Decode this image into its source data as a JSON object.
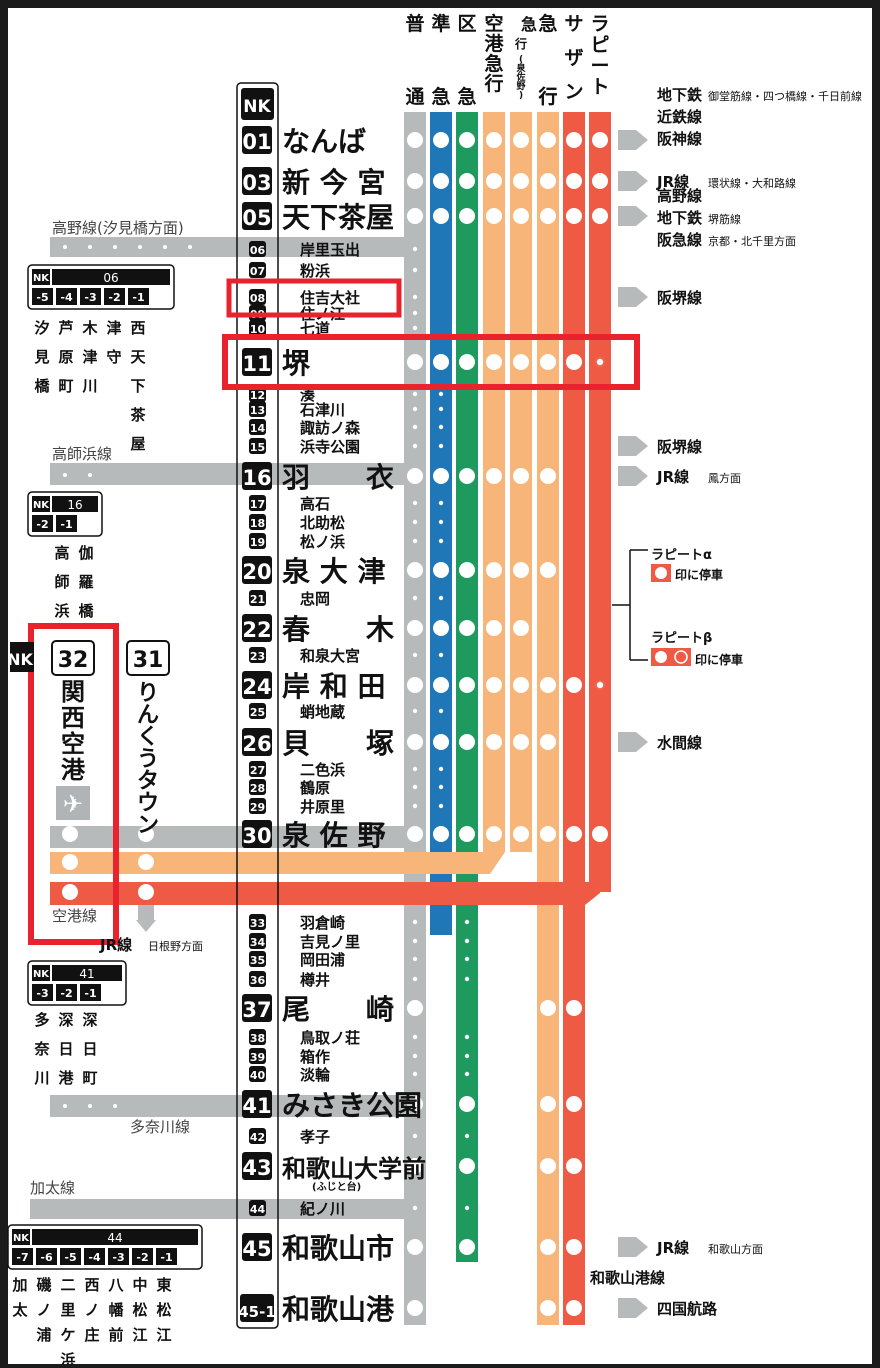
{
  "colors": {
    "local": "#b7babb",
    "semi_express": "#1f77b8",
    "section_express": "#1e9a5f",
    "airport_express": "#f7b579",
    "express_senboku": "#f7b579",
    "express": "#f7b579",
    "southern": "#ef5a45",
    "rapit": "#ef5a45",
    "highlight": "#e8232e",
    "text": "#111111"
  },
  "train_types": [
    {
      "id": "local",
      "label": "普通"
    },
    {
      "id": "semi_express",
      "label": "準急"
    },
    {
      "id": "section_express",
      "label": "区急"
    },
    {
      "id": "airport_express",
      "label": "空港急行"
    },
    {
      "id": "express_senboku",
      "label": "急行(泉佐野)"
    },
    {
      "id": "express",
      "label": "急行"
    },
    {
      "id": "southern",
      "label": "サザン"
    },
    {
      "id": "rapit",
      "label": "ラピート"
    }
  ],
  "line_code": "NK",
  "stations": [
    {
      "num": "01",
      "name": "なんば",
      "major": true
    },
    {
      "num": "03",
      "name": "新 今 宮",
      "major": true
    },
    {
      "num": "05",
      "name": "天下茶屋",
      "major": true
    },
    {
      "num": "06",
      "name": "岸里玉出",
      "major": false
    },
    {
      "num": "07",
      "name": "粉浜",
      "major": false
    },
    {
      "num": "08",
      "name": "住吉大社",
      "major": false
    },
    {
      "num": "09",
      "name": "住ノ江",
      "major": false
    },
    {
      "num": "10",
      "name": "七道",
      "major": false
    },
    {
      "num": "11",
      "name": "堺",
      "major": true
    },
    {
      "num": "12",
      "name": "湊",
      "major": false
    },
    {
      "num": "13",
      "name": "石津川",
      "major": false
    },
    {
      "num": "14",
      "name": "諏訪ノ森",
      "major": false
    },
    {
      "num": "15",
      "name": "浜寺公園",
      "major": false
    },
    {
      "num": "16",
      "name": "羽　　衣",
      "major": true
    },
    {
      "num": "17",
      "name": "高石",
      "major": false
    },
    {
      "num": "18",
      "name": "北助松",
      "major": false
    },
    {
      "num": "19",
      "name": "松ノ浜",
      "major": false
    },
    {
      "num": "20",
      "name": "泉 大 津",
      "major": true
    },
    {
      "num": "21",
      "name": "忠岡",
      "major": false
    },
    {
      "num": "22",
      "name": "春　　木",
      "major": true
    },
    {
      "num": "23",
      "name": "和泉大宮",
      "major": false
    },
    {
      "num": "24",
      "name": "岸 和 田",
      "major": true
    },
    {
      "num": "25",
      "name": "蛸地蔵",
      "major": false
    },
    {
      "num": "26",
      "name": "貝　　塚",
      "major": true
    },
    {
      "num": "27",
      "name": "二色浜",
      "major": false
    },
    {
      "num": "28",
      "name": "鶴原",
      "major": false
    },
    {
      "num": "29",
      "name": "井原里",
      "major": false
    },
    {
      "num": "30",
      "name": "泉 佐 野",
      "major": true
    },
    {
      "num": "33",
      "name": "羽倉崎",
      "major": false
    },
    {
      "num": "34",
      "name": "吉見ノ里",
      "major": false
    },
    {
      "num": "35",
      "name": "岡田浦",
      "major": false
    },
    {
      "num": "36",
      "name": "樽井",
      "major": false
    },
    {
      "num": "37",
      "name": "尾　　崎",
      "major": true
    },
    {
      "num": "38",
      "name": "鳥取ノ荘",
      "major": false
    },
    {
      "num": "39",
      "name": "箱作",
      "major": false
    },
    {
      "num": "40",
      "name": "淡輪",
      "major": false
    },
    {
      "num": "41",
      "name": "みさき公園",
      "major": true
    },
    {
      "num": "42",
      "name": "孝子",
      "major": false
    },
    {
      "num": "43",
      "name": "和歌山大学前",
      "major": true,
      "sub": "(ふじと台)"
    },
    {
      "num": "44",
      "name": "紀ノ川",
      "major": false
    },
    {
      "num": "45",
      "name": "和歌山市",
      "major": true
    },
    {
      "num": "45-1",
      "name": "和歌山港",
      "major": true
    }
  ],
  "transfers": [
    {
      "station": "01",
      "lines": [
        "地下鉄 御堂筋線・四つ橋線・千日前線",
        "近鉄線",
        "阪神線"
      ]
    },
    {
      "station": "03",
      "lines": [
        "JR線 環状線・大和路線"
      ]
    },
    {
      "station": "05",
      "lines": [
        "高野線",
        "地下鉄 堺筋線",
        "阪急線 京都・北千里方面"
      ]
    },
    {
      "station": "08",
      "lines": [
        "阪堺線"
      ]
    },
    {
      "station": "15",
      "lines": [
        "阪堺線"
      ]
    },
    {
      "station": "16",
      "lines": [
        "JR線 鳳方面"
      ]
    },
    {
      "station": "26",
      "lines": [
        "水間線"
      ]
    },
    {
      "station": "45",
      "lines": [
        "JR線 和歌山方面"
      ]
    },
    {
      "station": "45-1",
      "lines": [
        "四国航路"
      ]
    }
  ],
  "left_branches": {
    "koya": {
      "title": "高野線(汐見橋方面)",
      "code": "06",
      "nums": [
        "-5",
        "-4",
        "-3",
        "-2",
        "-1"
      ],
      "names": [
        "汐見橋",
        "芦原町",
        "木津川",
        "津守",
        "西天下茶屋"
      ]
    },
    "takashinohama": {
      "title": "高師浜線",
      "code": "16",
      "nums": [
        "-2",
        "-1"
      ],
      "names": [
        "高師浜",
        "伽羅橋"
      ]
    },
    "airport": {
      "title": "空港線",
      "kansai": "関西空港",
      "rinku": "りんくうタウン",
      "kansai_num": "32",
      "rinku_num": "31",
      "jr": "JR線 日根野方面"
    },
    "tanagawa": {
      "title": "多奈川線",
      "code": "41",
      "nums": [
        "-3",
        "-2",
        "-1"
      ],
      "names": [
        "多奈川",
        "深日港",
        "深日町"
      ]
    },
    "kada": {
      "title": "加太線",
      "code": "44",
      "nums": [
        "-7",
        "-6",
        "-5",
        "-4",
        "-3",
        "-2",
        "-1"
      ],
      "names": [
        "加太",
        "磯ノ浦",
        "二里ケ浜",
        "西ノ庄",
        "八幡前",
        "中松江",
        "東松江"
      ]
    }
  },
  "legend": {
    "title": "和歌山港線",
    "rapit_alpha": "ラピートα",
    "rapit_beta": "ラピートβ",
    "alpha_text": "印に停車",
    "beta_text": "印に停車"
  }
}
